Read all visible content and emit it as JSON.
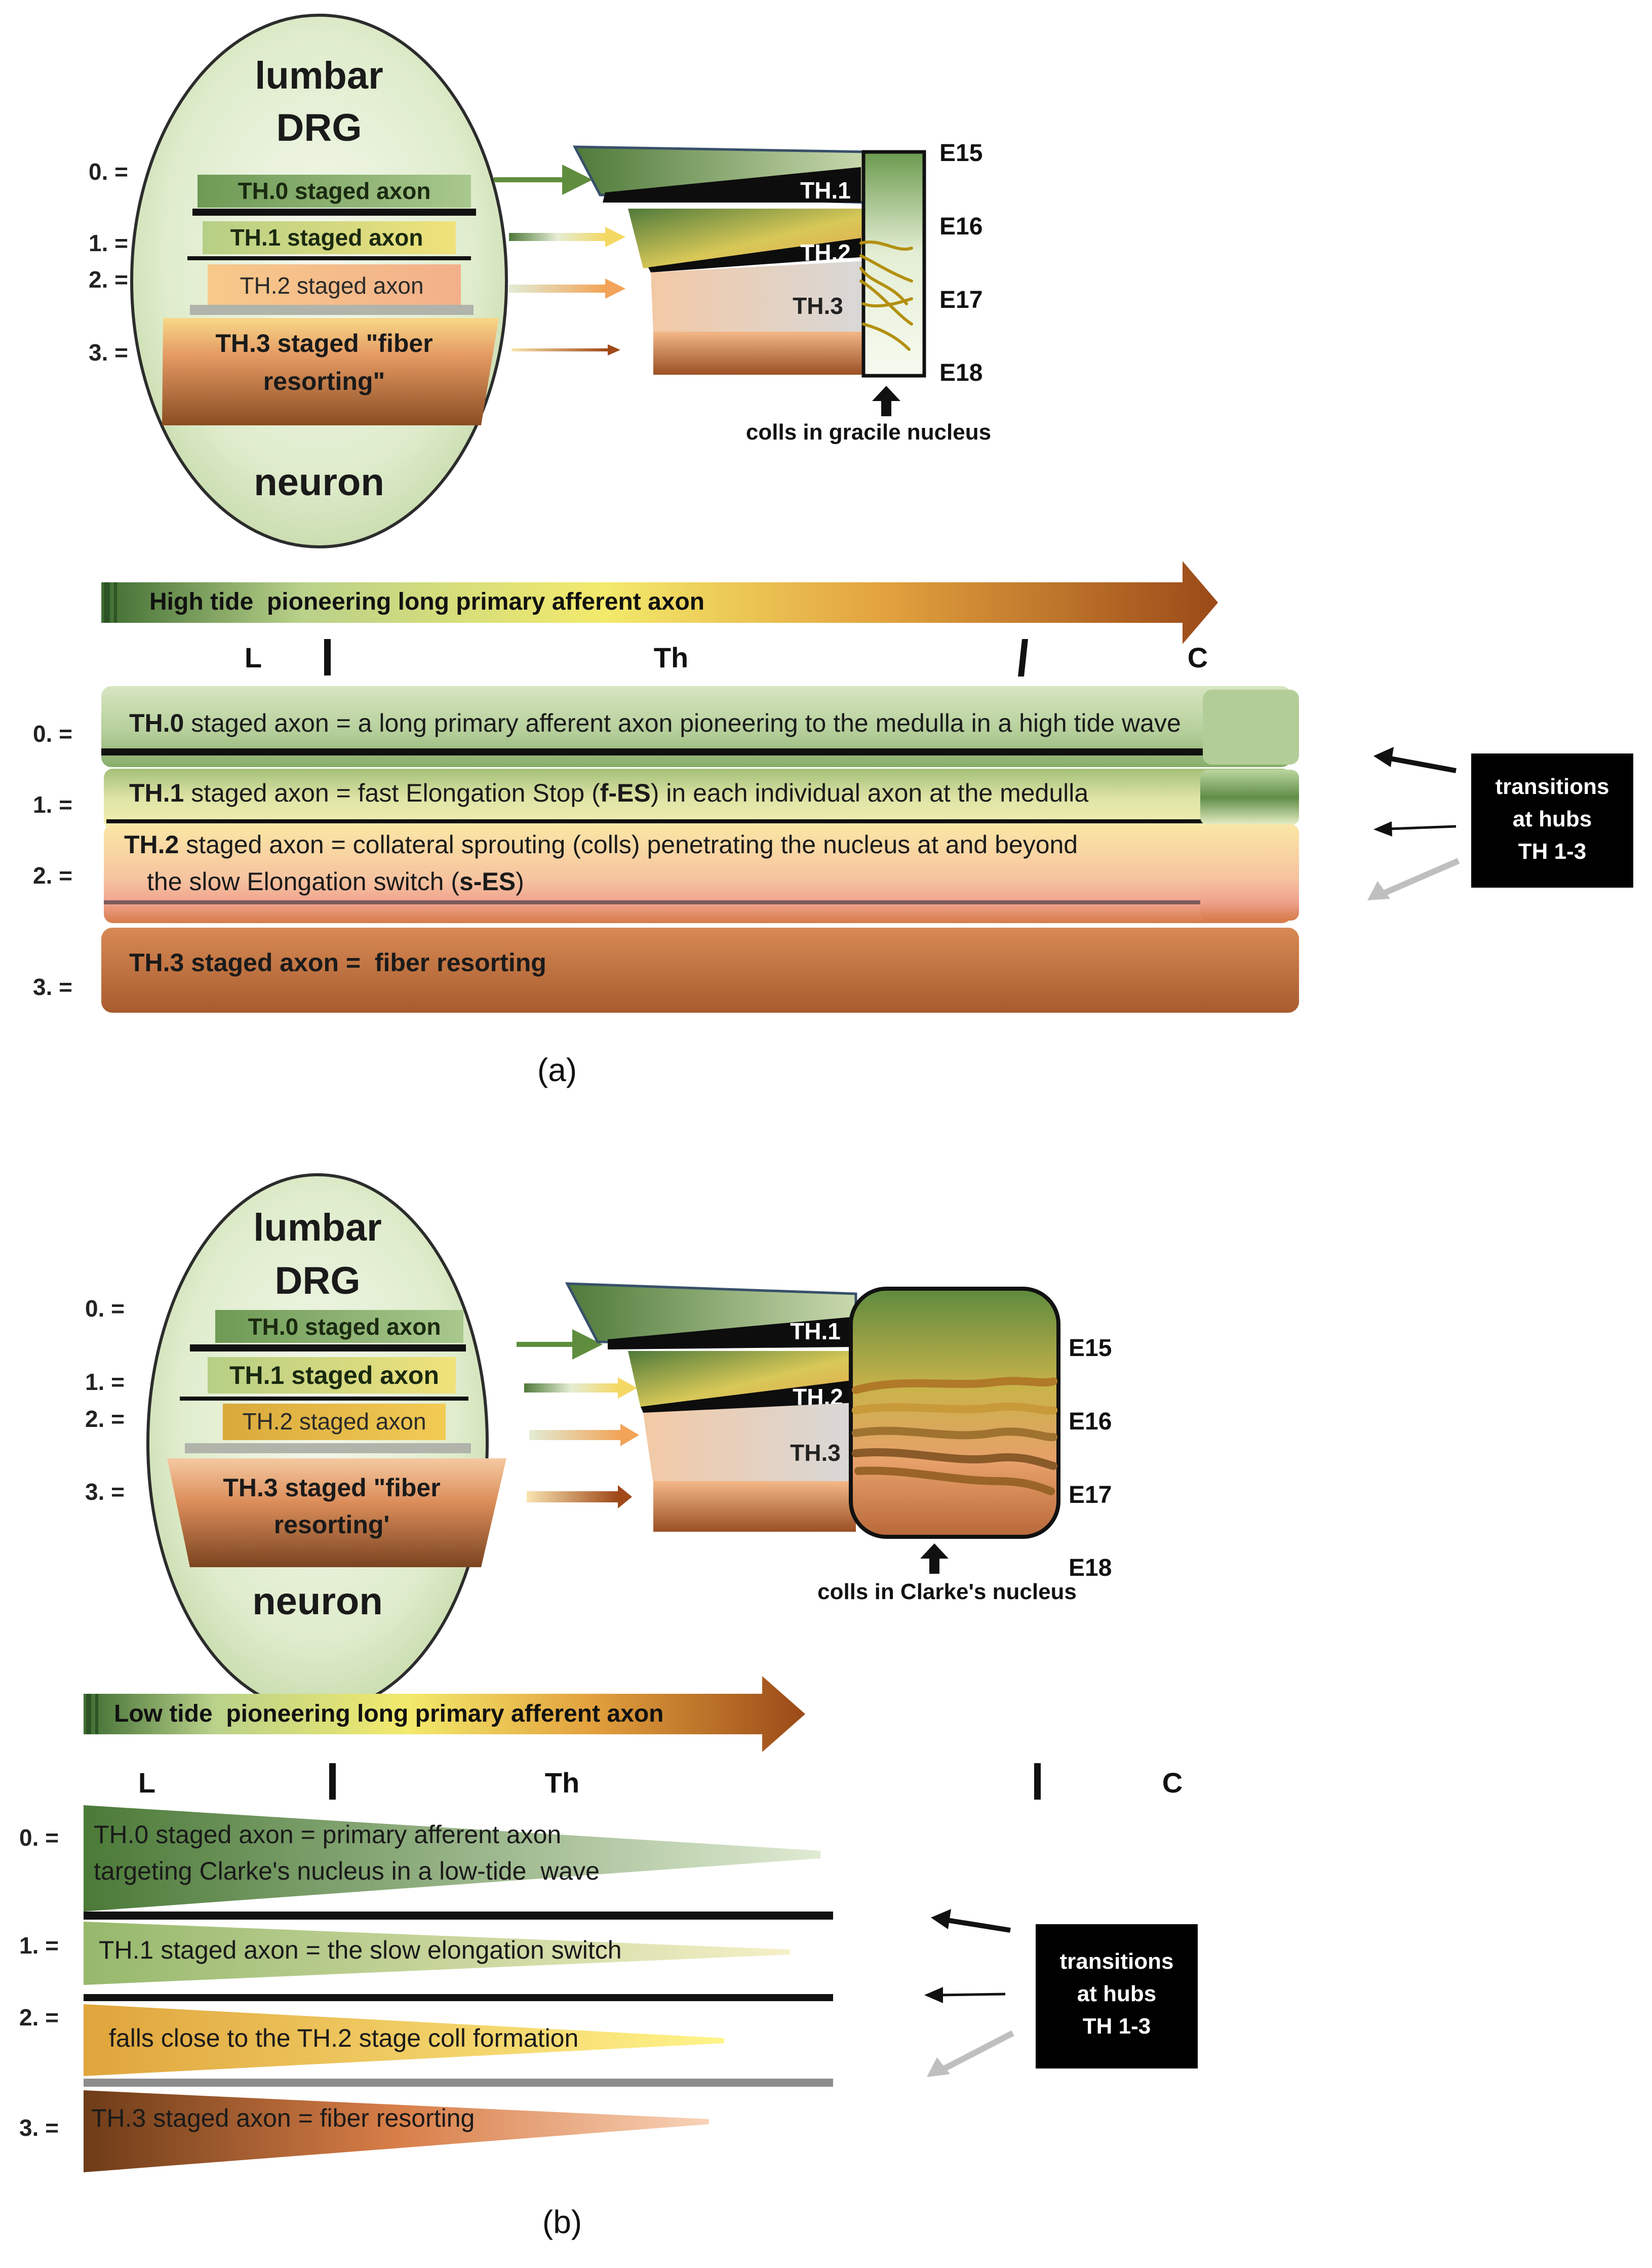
{
  "panel_a": {
    "oval_title_1": "lumbar",
    "oval_title_2": "DRG",
    "oval_bottom": "neuron",
    "stage_labels": [
      "0. =",
      "1. =",
      "2. =",
      "3. ="
    ],
    "oval_bars": [
      "TH.0 staged axon",
      "TH.1 staged axon",
      "TH.2 staged axon",
      "TH.3 staged \"fiber",
      "resorting\""
    ],
    "wedge_labels": [
      "TH.1",
      "TH.2",
      "TH.3"
    ],
    "embryo_days": [
      "E15",
      "E16",
      "E17",
      "E18"
    ],
    "target_caption": "colls in gracile nucleus",
    "tide_banner": "High tide  pioneering long primary afferent axon",
    "axis": [
      "L",
      "Th",
      "C"
    ],
    "row_stage_labels": [
      "0. =",
      "1. =",
      "2. =",
      "3. ="
    ],
    "rows": {
      "r0_bold": "TH.0",
      "r0_text": " staged axon = a long primary afferent axon pioneering to the medulla in a high tide wave",
      "r1_bold": "TH.1",
      "r1_text": " staged axon = fast Elongation Stop (",
      "r1_bold2": "f-ES",
      "r1_text2": ") in each individual axon at the medulla",
      "r2_bold": "TH.2",
      "r2_text": " staged axon = collateral sprouting (colls) penetrating the nucleus at and beyond",
      "r2_line2": "the slow Elongation switch (",
      "r2_bold2": "s-ES",
      "r2_line2_end": ")",
      "r3_text": "TH.3 staged axon =  fiber resorting"
    },
    "transitions": [
      "transitions",
      "at hubs",
      "TH 1-3"
    ],
    "caption": "(a)"
  },
  "panel_b": {
    "oval_title_1": "lumbar",
    "oval_title_2": "DRG",
    "oval_bottom": "neuron",
    "stage_labels": [
      "0. =",
      "1. =",
      "2. =",
      "3. ="
    ],
    "oval_bars": [
      "TH.0 staged axon",
      "TH.1 staged axon",
      "TH.2 staged axon",
      "TH.3 staged \"fiber",
      "resorting'"
    ],
    "wedge_labels": [
      "TH.1",
      "TH.2",
      "TH.3"
    ],
    "embryo_days": [
      "E15",
      "E16",
      "E17",
      "E18"
    ],
    "target_caption": "colls in Clarke's nucleus",
    "tide_banner": "Low tide  pioneering long primary afferent axon",
    "axis": [
      "L",
      "Th",
      "C"
    ],
    "row_stage_labels": [
      "0. =",
      "1. =",
      "2. =",
      "3. ="
    ],
    "rows": {
      "r0_line1": "TH.0 staged axon = primary afferent axon",
      "r0_line2": "targeting Clarke's nucleus in a low-tide  wave",
      "r1_text": "TH.1 staged axon = the slow elongation switch",
      "r2_text": "falls close to the TH.2 stage coll formation",
      "r3_text": "TH.3 staged axon = fiber resorting"
    },
    "transitions": [
      "transitions",
      "at hubs",
      "TH 1-3"
    ],
    "caption": "(b)"
  }
}
